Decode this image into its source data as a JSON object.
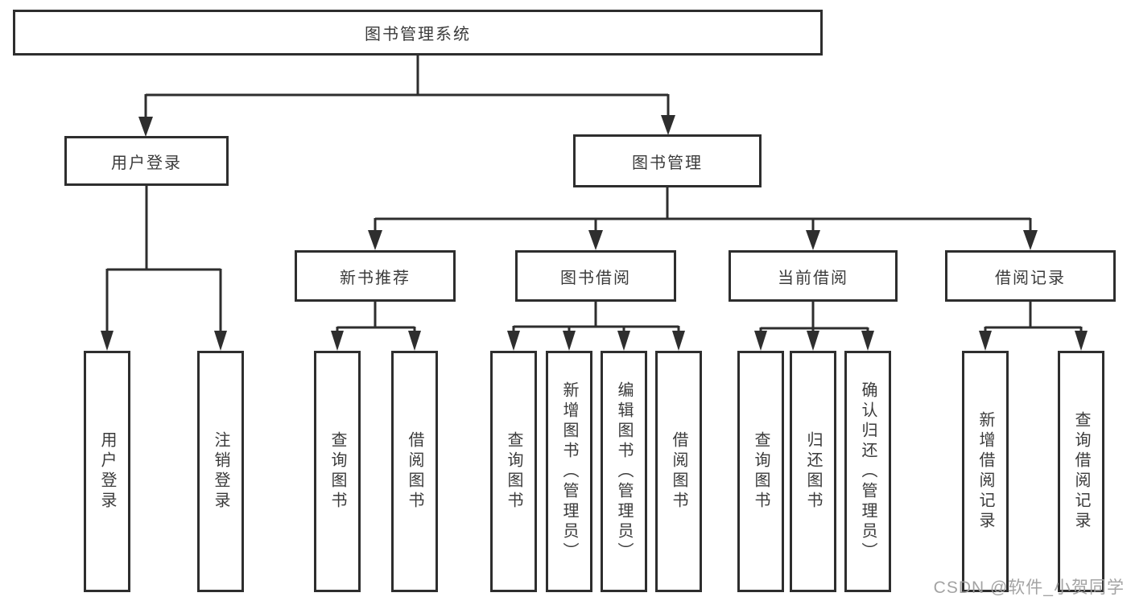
{
  "colors": {
    "line": "#2e2e2e",
    "box_border": "#2e2e2e",
    "box_text": "#3b3b3b",
    "background": "#ffffff",
    "watermark_text_color": "#9e9e9e"
  },
  "watermark": {
    "text": "CSDN @软件_小贺同学"
  },
  "tree": {
    "root": {
      "label": "图书管理系统",
      "children": [
        {
          "label": "用户登录",
          "children": [
            {
              "label": "用户登录"
            },
            {
              "label": "注销登录"
            }
          ]
        },
        {
          "label": "图书管理",
          "children": [
            {
              "label": "新书推荐",
              "children": [
                {
                  "label": "查询图书"
                },
                {
                  "label": "借阅图书"
                }
              ]
            },
            {
              "label": "图书借阅",
              "children": [
                {
                  "label": "查询图书"
                },
                {
                  "label": "新增图书（管理员）"
                },
                {
                  "label": "编辑图书（管理员）"
                },
                {
                  "label": "借阅图书"
                }
              ]
            },
            {
              "label": "当前借阅",
              "children": [
                {
                  "label": "查询图书"
                },
                {
                  "label": "归还图书"
                },
                {
                  "label": "确认归还（管理员）"
                }
              ]
            },
            {
              "label": "借阅记录",
              "children": [
                {
                  "label": "新增借阅记录"
                },
                {
                  "label": "查询借阅记录"
                }
              ]
            }
          ]
        }
      ]
    }
  }
}
